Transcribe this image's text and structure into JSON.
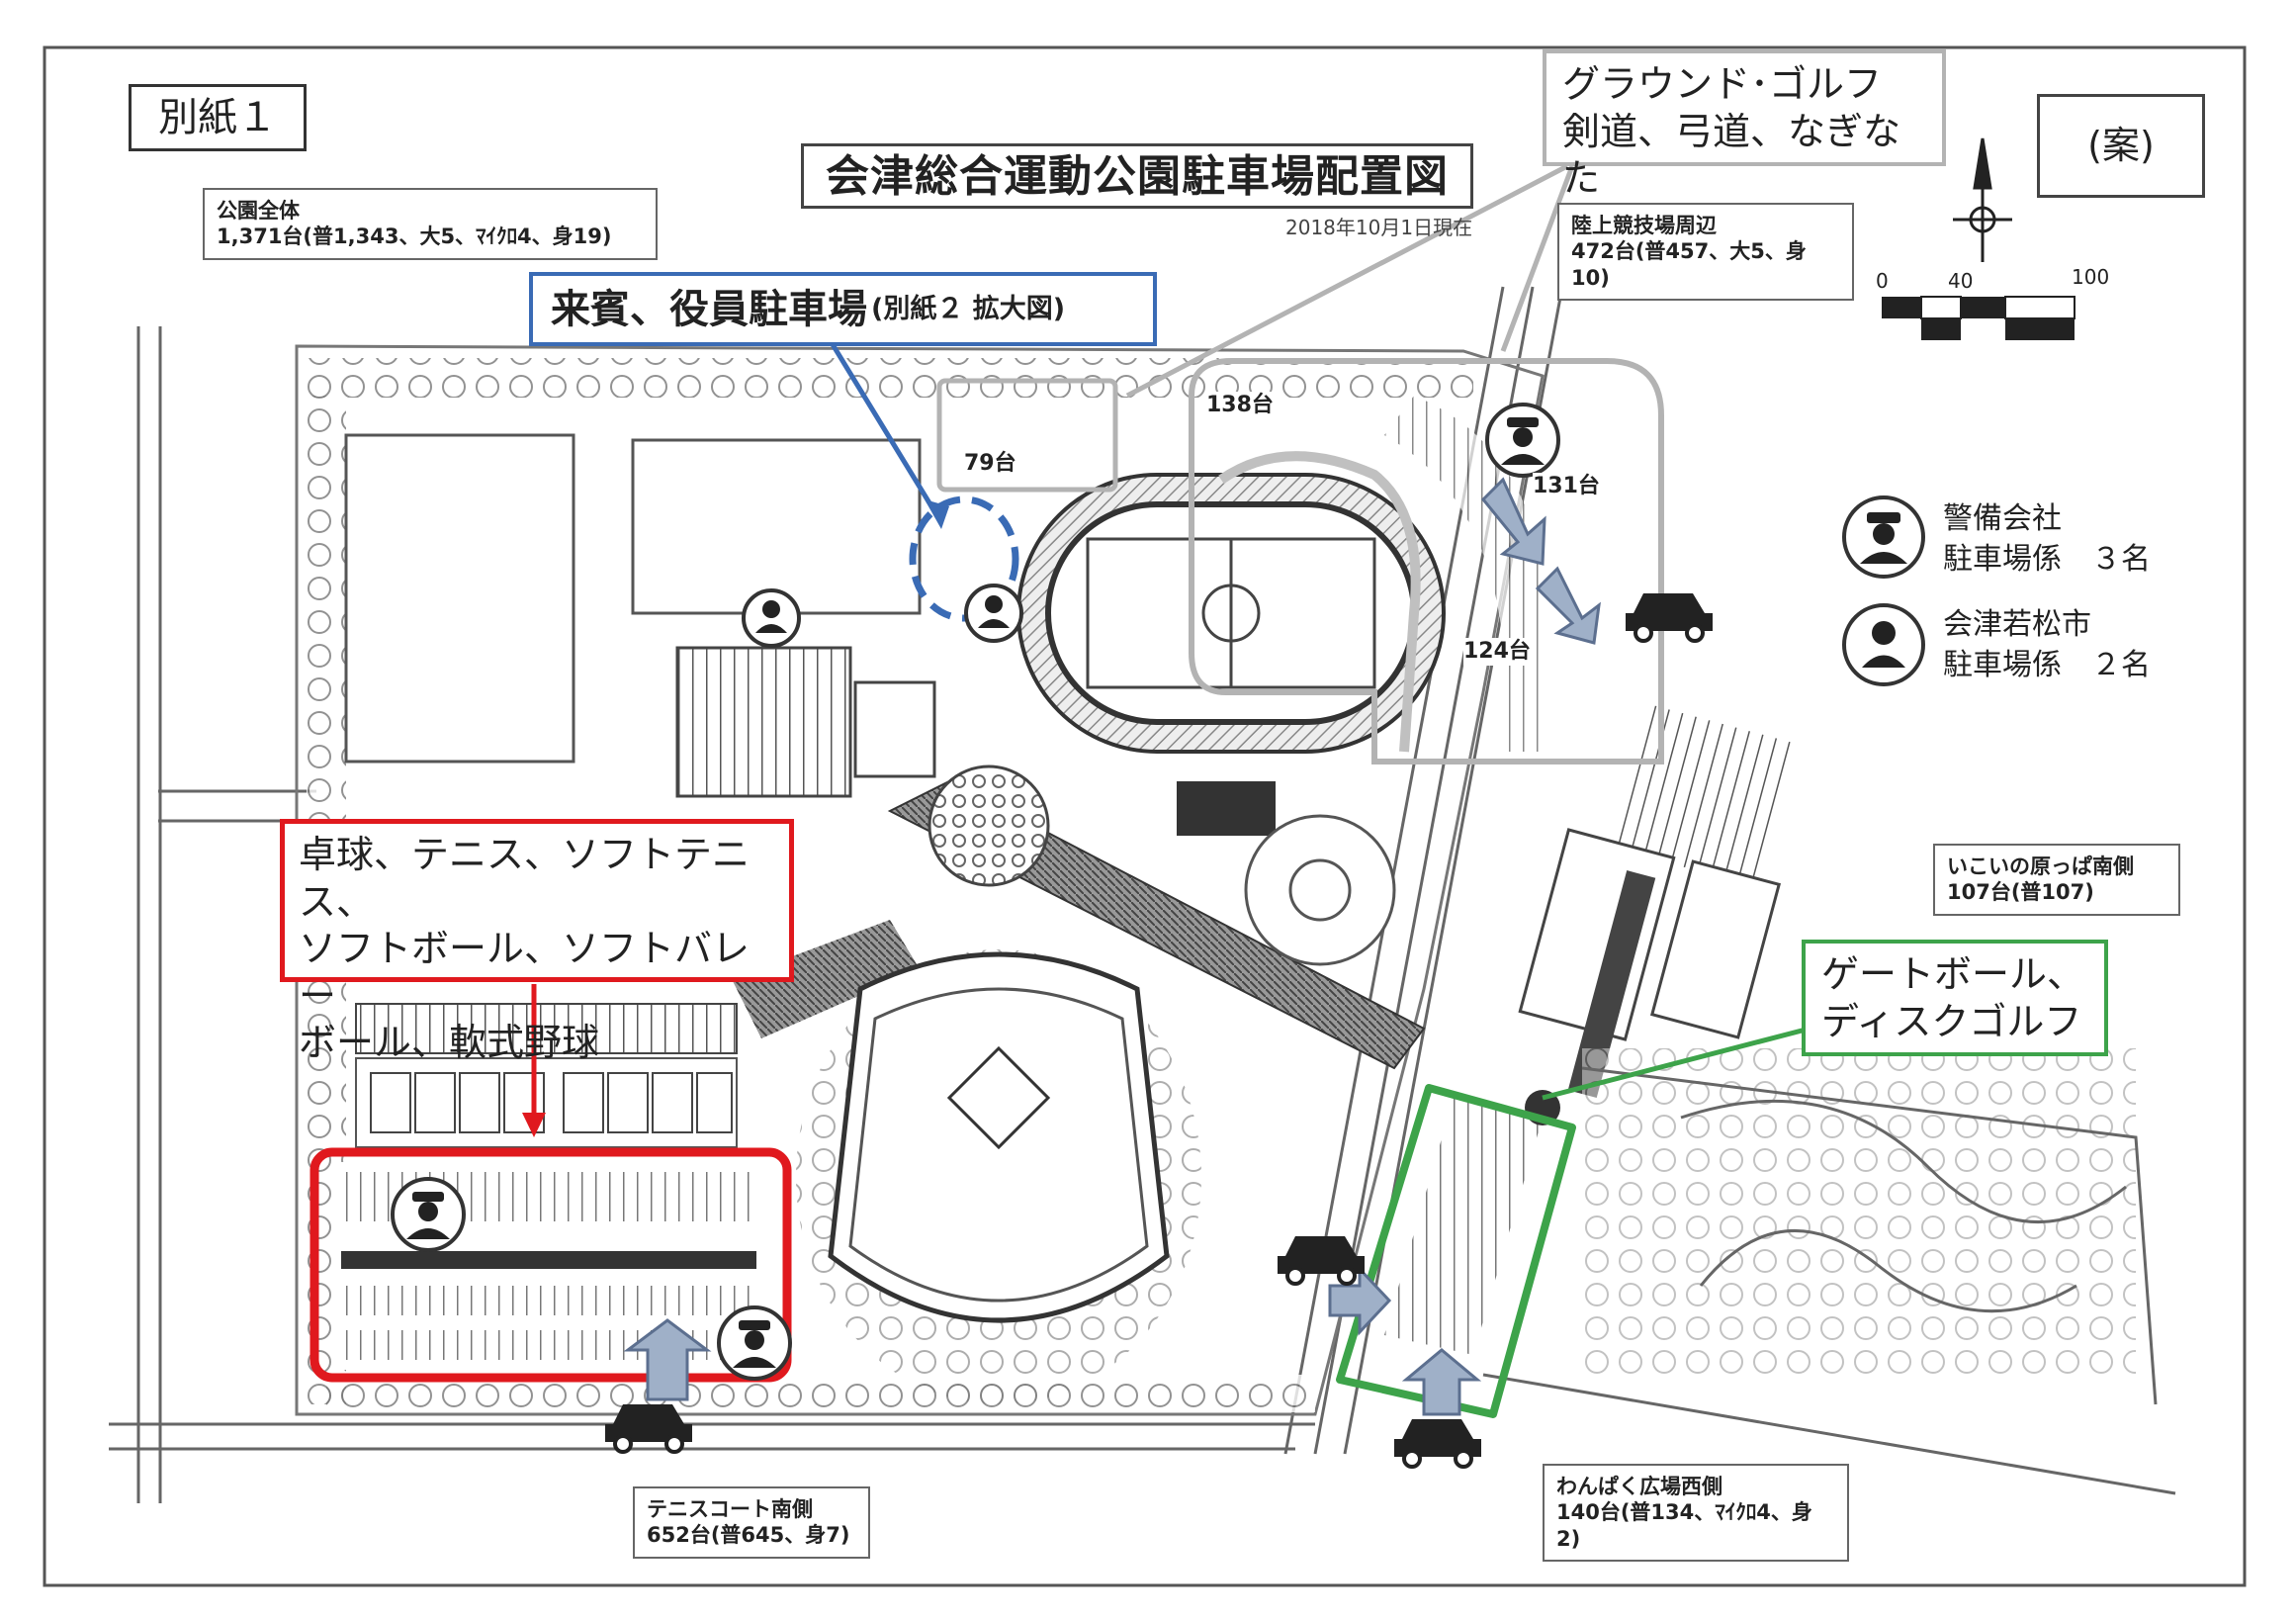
{
  "doc_tag": "別紙１",
  "title": "会津総合運動公園駐車場配置図",
  "date": "2018年10月1日現在",
  "draft_label": "(案)",
  "callouts": {
    "grey": [
      "グラウンド･ゴルフ",
      "剣道、弓道、なぎなた"
    ],
    "blue_main": "来賓、役員駐車場",
    "blue_sub": "(別紙２ 拡大図)",
    "red": [
      "卓球、テニス、ソフトテニス、",
      "ソフトボール、ソフトバレー",
      "ボール、軟式野球"
    ],
    "green": [
      "ゲートボール、",
      "ディスクゴルフ"
    ]
  },
  "info_boxes": {
    "park_total": {
      "title": "公園全体",
      "detail": "1,371台(普1,343、大5、ﾏｲｸﾛ4、身19)"
    },
    "stadium_area": {
      "title": "陸上競技場周辺",
      "detail": "472台(普457、大5、身10)"
    },
    "ikoi": {
      "title": "いこいの原っぱ南側",
      "detail": "107台(普107)"
    },
    "tennis_south": {
      "title": "テニスコート南側",
      "detail": "652台(普645、身7)"
    },
    "wanpaku": {
      "title": "わんぱく広場西側",
      "detail": "140台(普134、ﾏｲｸﾛ4、身2)"
    }
  },
  "lot_labels": {
    "lot_79": "79台",
    "lot_138": "138台",
    "lot_131": "131台",
    "lot_124": "124台"
  },
  "legend": {
    "security": [
      "警備会社",
      "駐車場係　３名"
    ],
    "city": [
      "会津若松市",
      "駐車場係　２名"
    ]
  },
  "scale": [
    "0",
    "40",
    "100"
  ],
  "colors": {
    "red": "#e0191e",
    "green": "#3da34a",
    "blue": "#3a6bb5",
    "grey": "#b3b3b3",
    "arrow": "#9fb0c8"
  },
  "icons": {
    "security_icon": "security-guard-icon",
    "staff_icon": "city-staff-icon",
    "car_icon": "car-icon",
    "north_icon": "north-arrow-icon"
  }
}
